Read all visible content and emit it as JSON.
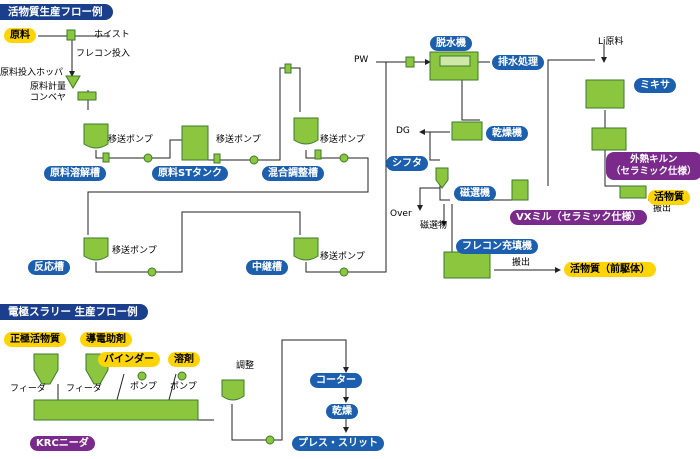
{
  "section1": {
    "title": "活物質生産フロー例",
    "labels": {
      "raw": "原料",
      "hoist": "ホイスト",
      "flecon_in": "フレコン投入",
      "hopper": "原料投入ホッパ",
      "weigh_conveyor": "原料計量\nコンベヤ",
      "pump1": "移送ポンプ",
      "pump2": "移送ポンプ",
      "pump3": "移送ポンプ",
      "pump4": "移送ポンプ",
      "pump5": "移送ポンプ",
      "pw": "PW",
      "dg": "DG",
      "over": "Over",
      "magnetic_sep_material": "磁選物",
      "li_raw": "Li原料",
      "discharge1": "搬出",
      "discharge2": "搬出"
    },
    "tanks": {
      "dissolve": "原料溶解槽",
      "st_tank": "原料STタンク",
      "mixing": "混合調整槽",
      "reactor": "反応槽",
      "relay": "中継槽"
    },
    "steps": {
      "dewater": "脱水機",
      "wastewater": "排水処理",
      "dryer": "乾燥機",
      "sifter": "シフタ",
      "magnet": "磁選機",
      "flecon_fill": "フレコン充填機",
      "mixer": "ミキサ"
    },
    "purple": {
      "vx_mill": "VXミル（セラミック仕様）",
      "kiln": "外熱キルン\n（セラミック仕様）"
    },
    "products": {
      "active": "活物質",
      "precursor": "活物質（前駆体）"
    }
  },
  "section2": {
    "title": "電極スラリー 生産フロー例",
    "inputs": {
      "positive": "正極活物質",
      "conductive": "導電助剤",
      "binder": "バインダー",
      "solvent": "溶剤"
    },
    "labels": {
      "feeder1": "フィーダ",
      "feeder2": "フィーダ",
      "pump1": "ポンプ",
      "pump2": "ポンプ",
      "adjust": "調整"
    },
    "kneader": "KRCニーダ",
    "steps": {
      "coater": "コーター",
      "dry": "乾燥",
      "press": "プレス・スリット"
    }
  },
  "colors": {
    "navy": "#1b3f8c",
    "blue": "#1b5fae",
    "purple": "#7a2a8a",
    "yellow": "#ffd400",
    "equipment": "#8cc63f",
    "equipment_dark": "#3d7a2a",
    "pipe": "#222222"
  }
}
